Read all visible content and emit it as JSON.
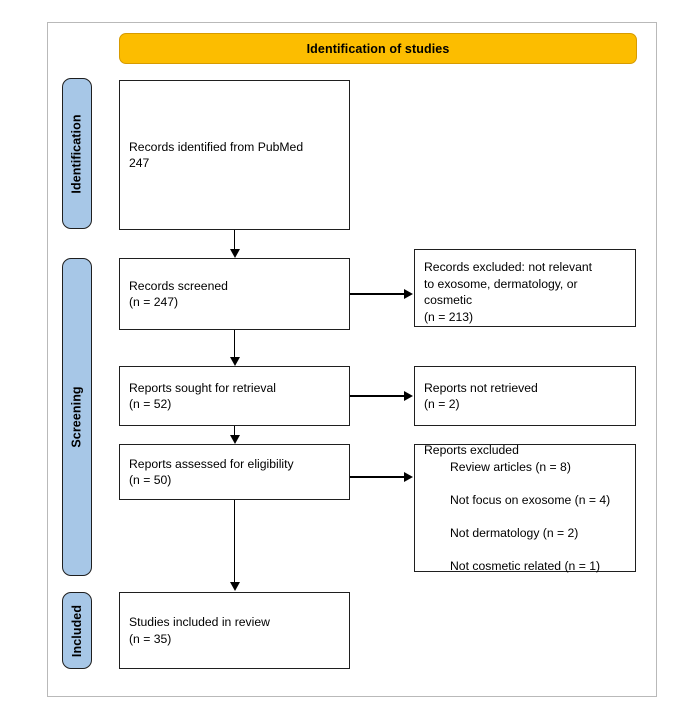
{
  "diagram": {
    "type": "prisma-flow-diagram",
    "banner": {
      "title": "Identification of studies"
    },
    "stages": [
      {
        "id": "identification",
        "label": "Identification"
      },
      {
        "id": "screening",
        "label": "Screening"
      },
      {
        "id": "included",
        "label": "Included"
      }
    ],
    "boxes": {
      "identified": "Records identified from PubMed\n247",
      "screened": "Records screened\n(n = 247)",
      "excluded_records": "Records excluded: not relevant\nto exosome, dermatology, or\ncosmetic\n(n = 213)",
      "sought": "Reports sought for retrieval\n(n = 52)",
      "not_retrieved": "Reports not retrieved\n(n = 2)",
      "assessed": "Reports assessed for eligibility\n(n = 50)",
      "excluded_reports_title": "Reports excluded",
      "excluded_reports_items": [
        "Review articles (n = 8)",
        "Not focus on exosome (n = 4)",
        "Not dermatology (n = 2)",
        "Not cosmetic related (n = 1)"
      ],
      "included": "Studies included in review\n(n = 35)"
    },
    "counts": {
      "records_identified": 247,
      "records_screened": 247,
      "records_excluded": 213,
      "reports_sought": 52,
      "reports_not_retrieved": 2,
      "reports_assessed": 50,
      "reports_excluded_review_articles": 8,
      "reports_excluded_not_focus_exosome": 4,
      "reports_excluded_not_dermatology": 2,
      "reports_excluded_not_cosmetic": 1,
      "studies_included": 35
    },
    "colors": {
      "banner": "#fcbd00",
      "stage_label": "#a7c7e7",
      "box_border": "#1f1f1f",
      "page_frame": "#b9b9b9"
    }
  }
}
